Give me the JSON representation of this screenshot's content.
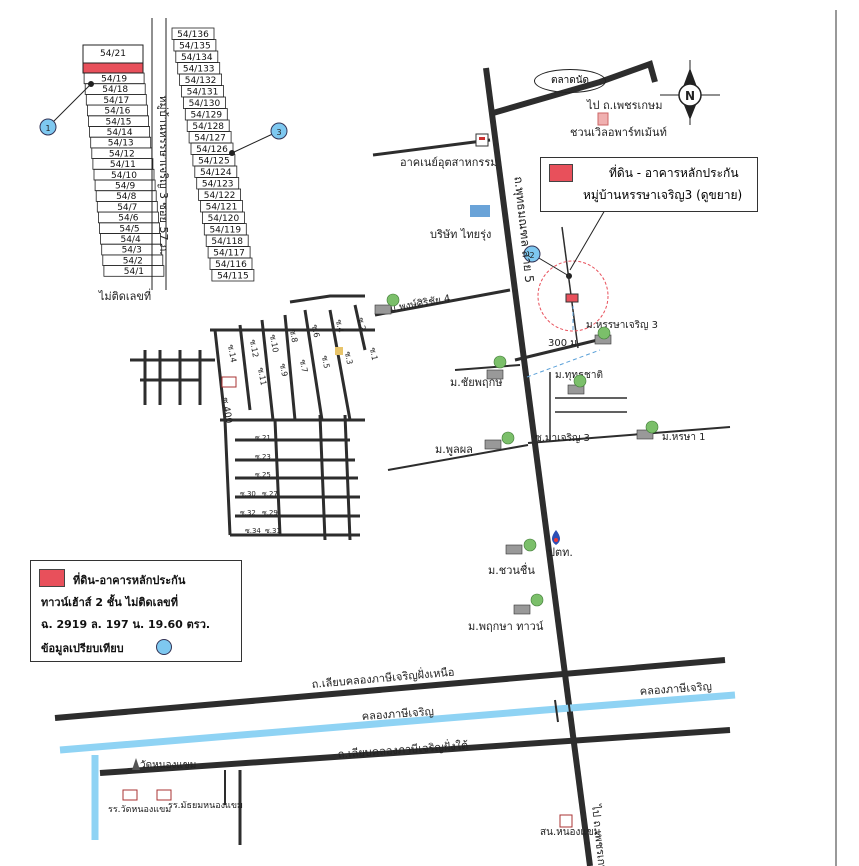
{
  "map": {
    "markers": {
      "m1": "1",
      "m2": "2",
      "m3": "3"
    },
    "plots_left": [
      "54/21",
      "54/19",
      "54/18",
      "54/17",
      "54/16",
      "54/15",
      "54/14",
      "54/13",
      "54/12",
      "54/11",
      "54/10",
      "54/9",
      "54/8",
      "54/7",
      "54/6",
      "54/5",
      "54/4",
      "54/3",
      "54/2",
      "54/1"
    ],
    "plots_right": [
      "54/136",
      "54/135",
      "54/134",
      "54/133",
      "54/132",
      "54/131",
      "54/130",
      "54/129",
      "54/128",
      "54/127",
      "54/126",
      "54/125",
      "54/124",
      "54/123",
      "54/122",
      "54/121",
      "54/120",
      "54/119",
      "54/118",
      "54/117",
      "54/116",
      "54/115"
    ],
    "village_vertical": "หมู่บ้านหรรษาเจริญ 3 ซอย 57 ภ.",
    "no_number": "ไม่ติดเลขที่",
    "market": "ตลาดนัด",
    "to_phetkasem": "ไป ถ.เพชรเกษม",
    "apartment": "ชวนเวิลอพาร์ทเม้นท์",
    "industrial": "อาคเนย์อุตสาหกรรม",
    "company": "บริษัท ไทยรุ่ง",
    "road_main": "ถ.พุทธมณฑล สาย 5",
    "m_phongsiri": "ม.พงษ์ศิริชัย 4",
    "m_hansa": "ม.หรรษาเจริญ 3",
    "distance": "300 ม.",
    "m_chaiyaphruek": "ม.ชัยพฤกษ์",
    "m_thutsakan": "ม.ทุทธชาติ",
    "m_phunphon": "ม.พูลผล",
    "m_maneerin": "ซ.มาเจริญ 3",
    "m_hanya": "ม.หรษา 1",
    "ptt": "ปตท.",
    "m_chuanchuen": "ม.ชวนชื่น",
    "m_phrueksa": "ม.พฤกษา ทาวน์",
    "canal_north": "ถ.เลียบคลองภาษีเจริญฝั่งเหนือ",
    "canal": "คลองภาษีเจริญ",
    "canal_right": "คลองภาษีเจริญ",
    "canal_south": "ถ.เลียบคลองภาษีเจริญฝั่งใต้",
    "temple": "วัดหนองแขม",
    "school1": "รร.วัดหนองแขม",
    "school2": "รร.มัธยมหนองแขม",
    "police": "สน.หนองแขม",
    "to_phetkasem2": "ไป ถ.เพชรเกษม",
    "soi_labels": [
      "ซ.14",
      "ซ.12",
      "ซ.10",
      "ซ.8",
      "ซ.6",
      "ซ.4",
      "ซ.2",
      "ซ.11",
      "ซ.9",
      "ซ.7",
      "ซ.5",
      "ซ.3",
      "ซ.1"
    ],
    "soi_bottom": [
      "ซ.21",
      "ซ.23",
      "ซ.25",
      "ซ.27",
      "ซ.29",
      "ซ.30",
      "ซ.32",
      "ซ.34",
      "ซ.31"
    ],
    "soi_400": "ซ.400"
  },
  "callout": {
    "line1": "ที่ดิน - อาคารหลักประกัน",
    "line2": "หมู่บ้านหรรษาเจริญ3 (ดูขยาย)"
  },
  "legend": {
    "line1": "ที่ดิน-อาคารหลักประกัน",
    "line2": "ทาวน์เฮ้าส์ 2 ชั้น  ไม่ติดเลขที่",
    "line3": "ฉ. 2919   ล. 197   น. 19.60 ตรว.",
    "line4": "ข้อมูลเปรียบเทียบ"
  },
  "colors": {
    "subject": "#e8505b",
    "comparable": "#7ec8f0",
    "canal": "#8fd3f4",
    "road": "#222222"
  }
}
